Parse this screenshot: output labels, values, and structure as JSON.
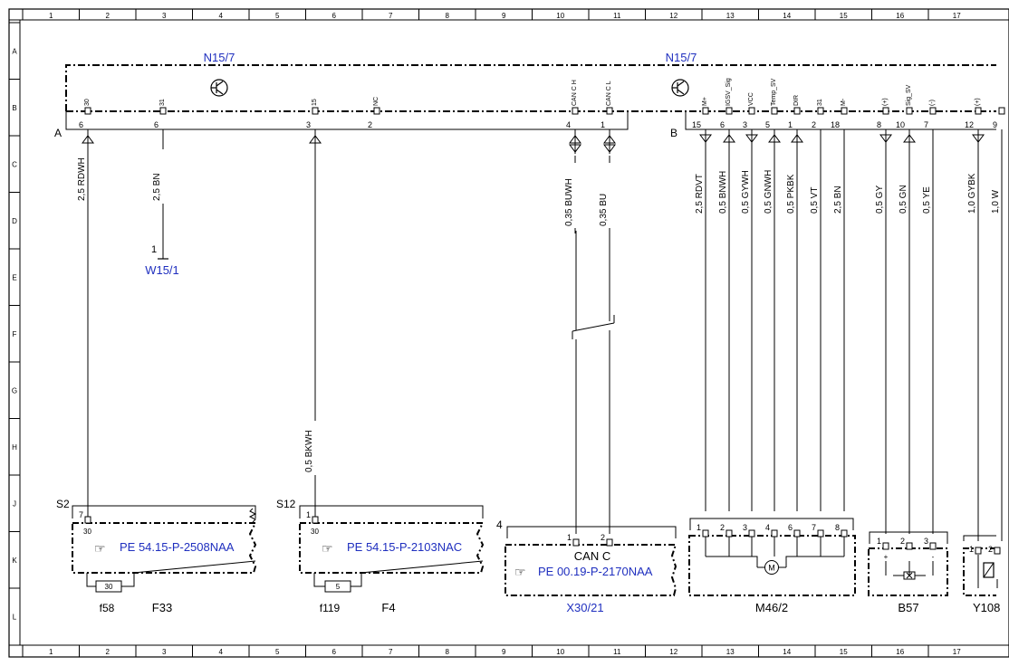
{
  "grid": {
    "columns": [
      "1",
      "2",
      "3",
      "4",
      "5",
      "6",
      "7",
      "8",
      "9",
      "10",
      "11",
      "12",
      "13",
      "14",
      "15",
      "16",
      "17"
    ],
    "rows": [
      "A",
      "B",
      "C",
      "D",
      "E",
      "F",
      "G",
      "H",
      "J",
      "K",
      "L"
    ]
  },
  "module": {
    "label_left": "N15/7",
    "label_right": "N15/7",
    "connector_a": "A",
    "connector_b": "B"
  },
  "pins_a": [
    {
      "id": "a1",
      "label": "30",
      "num": "6",
      "wire": "2,5 RDWH"
    },
    {
      "id": "a2",
      "label": "31",
      "num": "6",
      "wire": "2,5 BN"
    },
    {
      "id": "a3",
      "label": "15",
      "num": "3",
      "wire": "0,5 BKWH"
    },
    {
      "id": "a4",
      "label": "NC",
      "num": "2",
      "wire": ""
    },
    {
      "id": "a5",
      "label": "CAN C H",
      "num": "4",
      "wire": "0,35 BUWH"
    },
    {
      "id": "a6",
      "label": "CAN C L",
      "num": "1",
      "wire": "0,35 BU"
    }
  ],
  "pins_b": [
    {
      "id": "b1",
      "label": "M+",
      "num": "15",
      "wire": "2,5 RDVT"
    },
    {
      "id": "b2",
      "label": "IGSV_Sig",
      "num": "6",
      "wire": "0,5 BNWH"
    },
    {
      "id": "b3",
      "label": "VCC",
      "num": "3",
      "wire": "0,5 GYWH"
    },
    {
      "id": "b4",
      "label": "Temp_SV",
      "num": "5",
      "wire": "0,5 GNWH"
    },
    {
      "id": "b5",
      "label": "DIR",
      "num": "1",
      "wire": "0,5 PKBK"
    },
    {
      "id": "b6",
      "label": "31",
      "num": "2",
      "wire": "0,5 VT"
    },
    {
      "id": "b7",
      "label": "M-",
      "num": "18",
      "wire": "2,5 BN"
    },
    {
      "id": "b8",
      "label": "(+)",
      "num": "8",
      "wire": "0,5 GY"
    },
    {
      "id": "b9",
      "label": "Sig_SV",
      "num": "10",
      "wire": "0,5 GN"
    },
    {
      "id": "b10",
      "label": "(-)",
      "num": "7",
      "wire": "0,5 YE"
    },
    {
      "id": "b11",
      "label": "(+)",
      "num": "12",
      "wire": "1,0 GYBK"
    },
    {
      "id": "b12",
      "label": "",
      "num": "9",
      "wire": "1,0 W"
    }
  ],
  "ground": {
    "pin": "1",
    "label": "W15/1"
  },
  "fuses": [
    {
      "id": "f33",
      "box": "S2",
      "pin_top": "7",
      "pin_inner": "30",
      "ref": "PE 54.15-P-2508NAA",
      "fuse": "30",
      "fuse_label": "f58",
      "name": "F33"
    },
    {
      "id": "f4",
      "box": "S12",
      "pin_top": "1",
      "pin_inner": "30",
      "ref": "PE 54.15-P-2103NAC",
      "fuse": "5",
      "fuse_label": "f119",
      "name": "F4"
    }
  ],
  "can": {
    "num": "4",
    "pin1": "1",
    "pin2": "2",
    "title": "CAN C",
    "ref": "PE 00.19-P-2170NAA",
    "name": "X30/21"
  },
  "motor": {
    "pins": [
      "1",
      "2",
      "3",
      "4",
      "6",
      "7",
      "8"
    ],
    "name": "M46/2",
    "symbol": "M"
  },
  "sensor": {
    "pins": [
      "1",
      "2",
      "3"
    ],
    "signs": [
      "+",
      "",
      "-"
    ],
    "name": "B57"
  },
  "valve": {
    "pins": [
      "1",
      "2"
    ],
    "name": "Y108"
  }
}
